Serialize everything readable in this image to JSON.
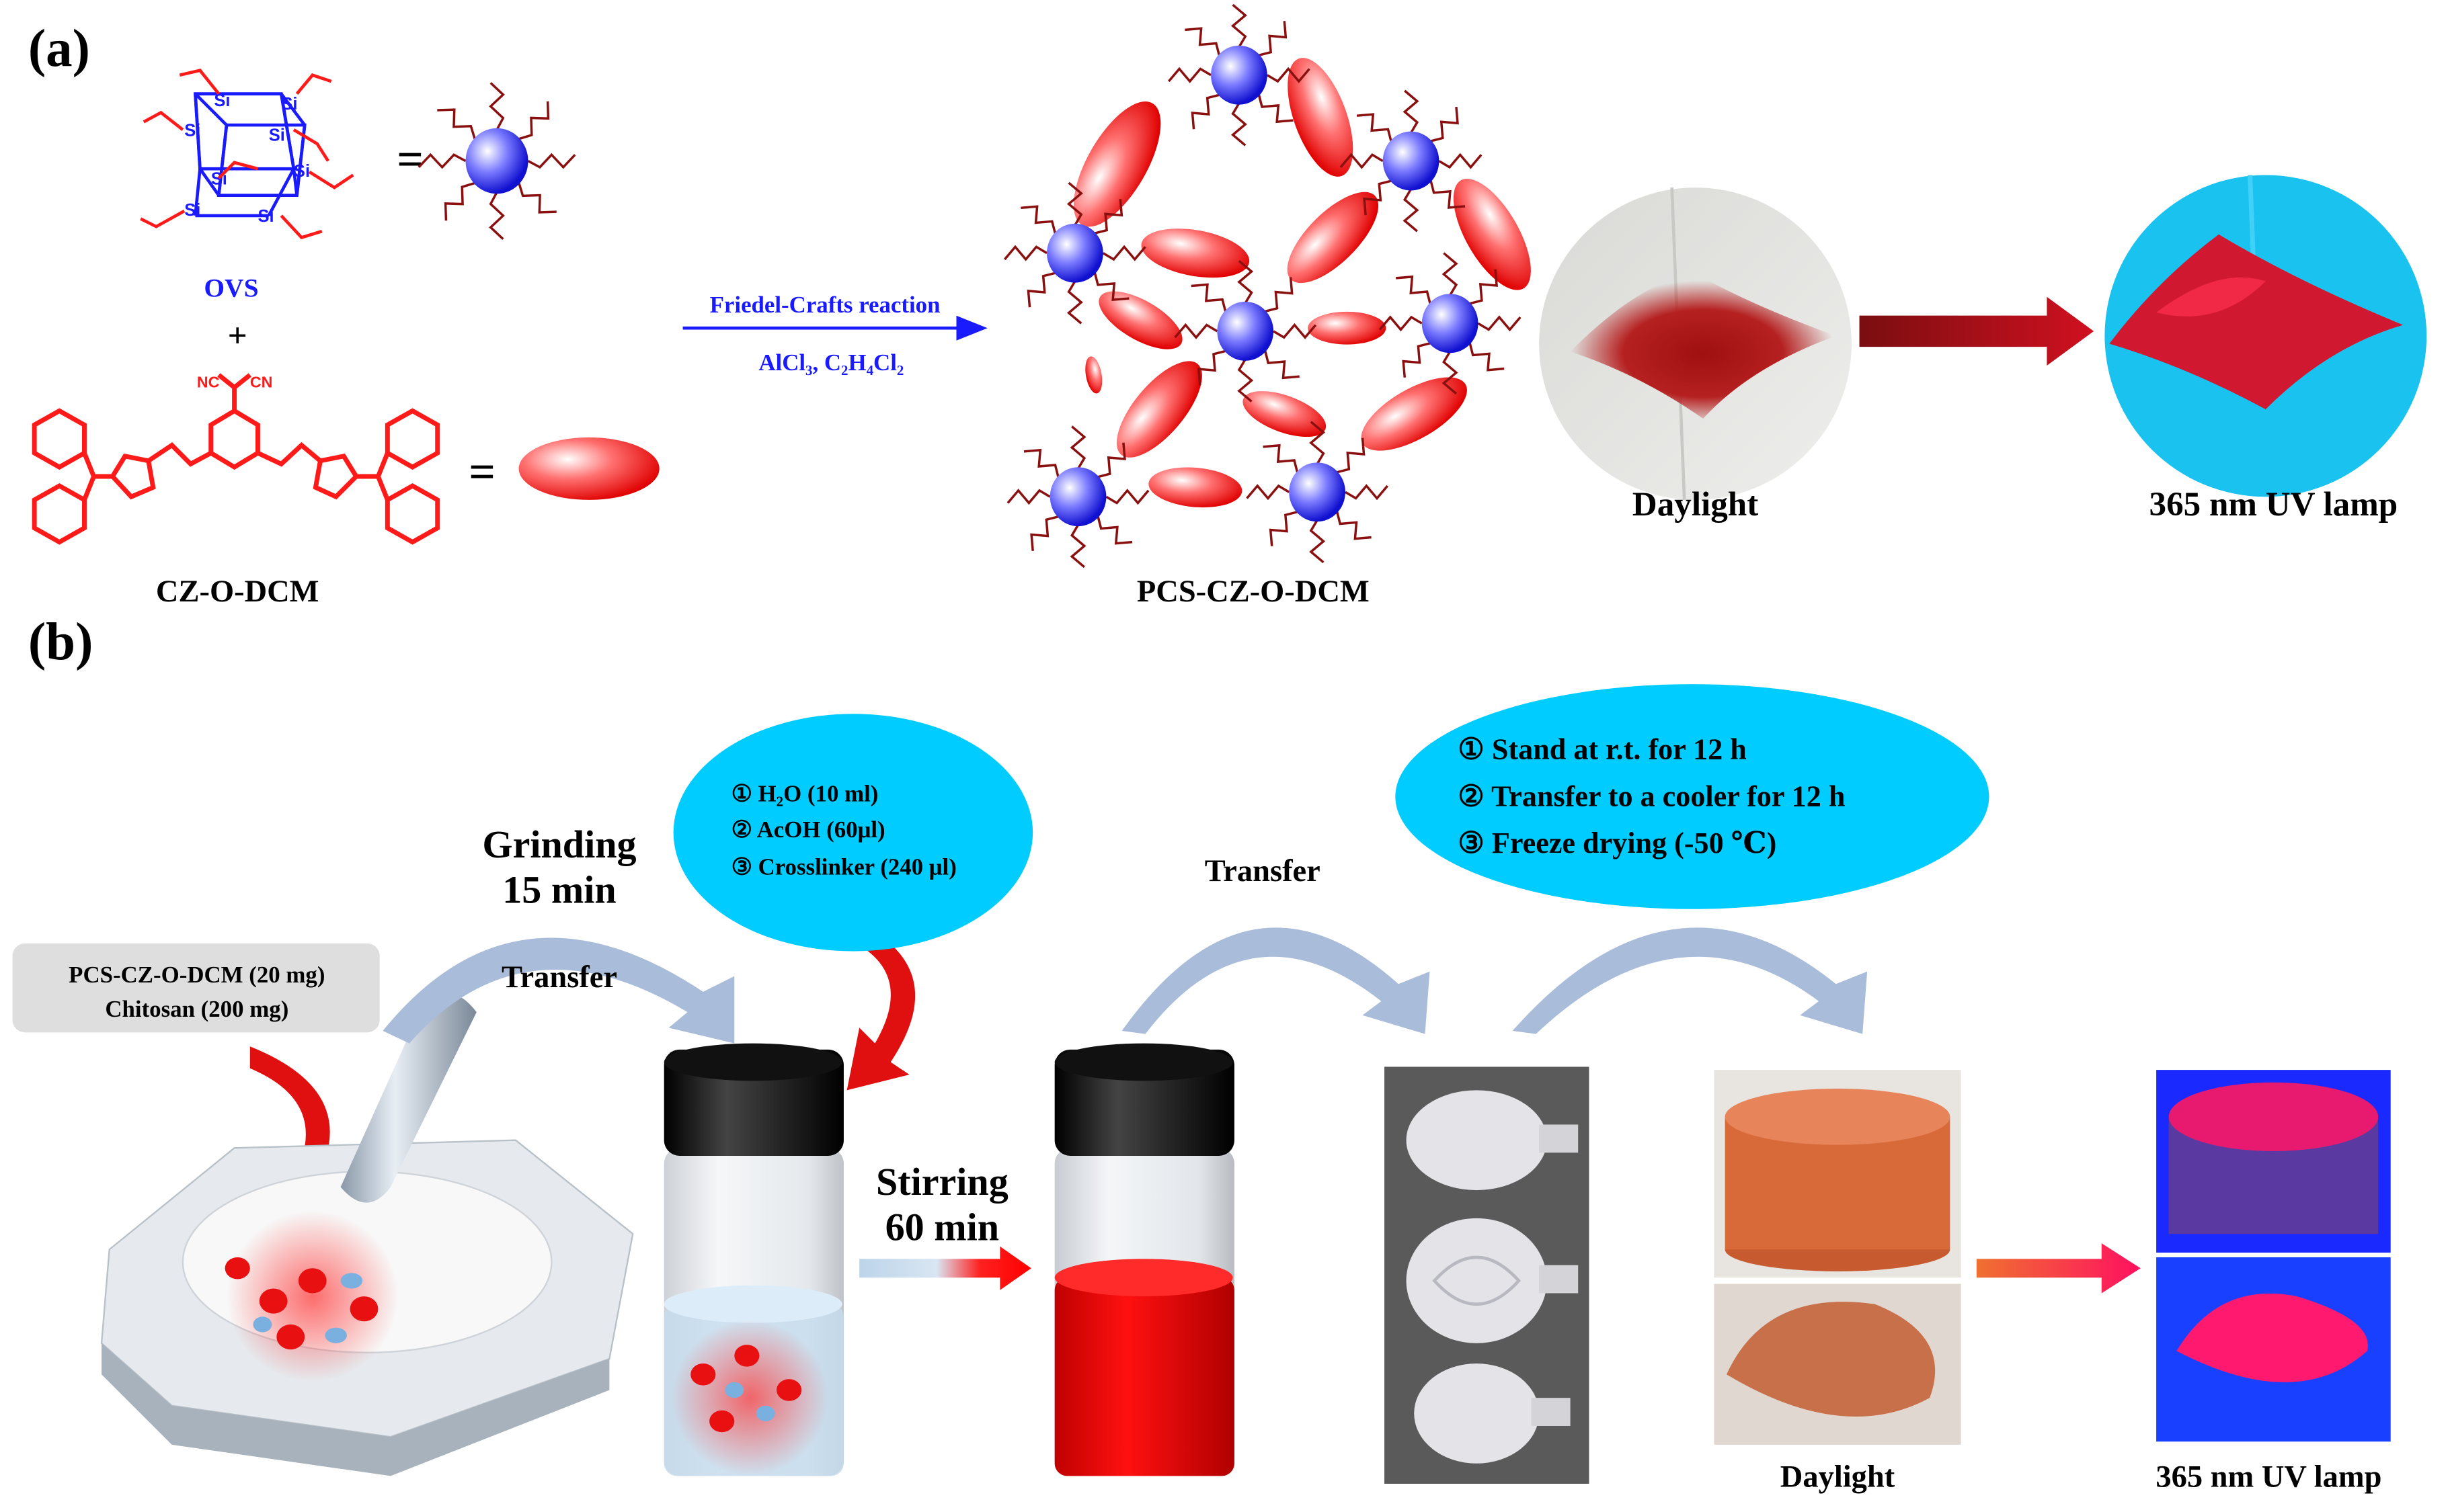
{
  "panel_a": {
    "label": "(a)",
    "ovs_label": "OVS",
    "plus": "+",
    "equals": "=",
    "dye_label": "CZ-O-DCM",
    "dye_cn_left": "NC",
    "dye_cn_right": "CN",
    "reaction_top": "Friedel-Crafts reaction",
    "reaction_bottom": "AlCl₃, C₂H₄Cl₂",
    "product_label": "PCS-CZ-O-DCM",
    "photo_daylight_label": "Daylight",
    "photo_uv_label": "365 nm UV lamp"
  },
  "panel_b": {
    "label": "(b)",
    "reagent_box": [
      "PCS-CZ-O-DCM (20 mg)",
      "Chitosan (200 mg)"
    ],
    "grinding": [
      "Grinding",
      "15 min"
    ],
    "transfer_1": "Transfer",
    "bubble_1": [
      "① H₂O (10 ml)",
      "② AcOH (60μl)",
      "③ Crosslinker (240 μl)"
    ],
    "stirring": [
      "Stirring",
      "60 min"
    ],
    "transfer_2": "Transfer",
    "bubble_2": [
      "① Stand at r.t. for 12 h",
      "② Transfer to a cooler for 12 h",
      "③ Freeze drying (-50 ℃)"
    ],
    "daylight_label": "Daylight",
    "uv_label": "365 nm UV lamp"
  },
  "colors": {
    "ovs_blue": "#1a1aff",
    "dye_red": "#ff1a1a",
    "bubble_cyan": "#00ccff",
    "arrow_gray_blue": "#a9bcd9",
    "arrow_dark_red": "#a0101a",
    "solution_red": "#e00000"
  }
}
